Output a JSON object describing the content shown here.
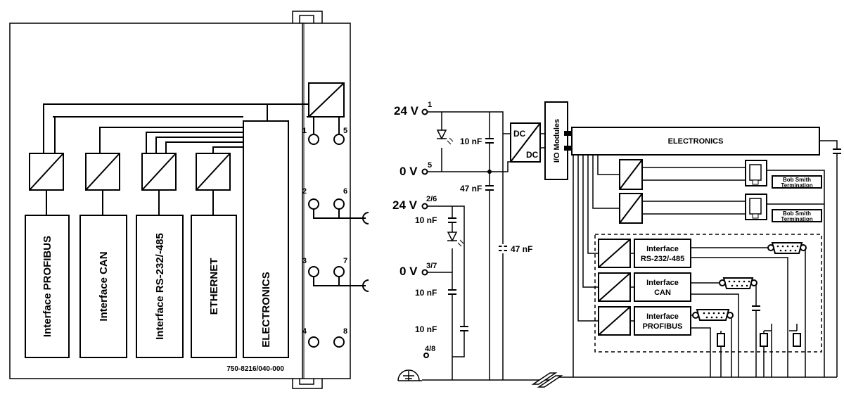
{
  "left_panel": {
    "modules": [
      {
        "label": "Interface PROFIBUS"
      },
      {
        "label": "Interface CAN"
      },
      {
        "label": "Interface RS-232/-485"
      },
      {
        "label": "ETHERNET"
      },
      {
        "label": "ELECTRONICS"
      }
    ],
    "terminals": [
      "1",
      "5",
      "2",
      "6",
      "3",
      "7",
      "4",
      "8"
    ],
    "article_number": "750-8216/040-000"
  },
  "right_panel": {
    "supply": {
      "label_24v_a": "24 V",
      "label_0v_a": "0 V",
      "label_24v_b": "24 V",
      "label_0v_b": "0 V",
      "pin_1": "1",
      "pin_5": "5",
      "pin_2_6": "2/6",
      "pin_3_7": "3/7",
      "pin_4_8": "4/8"
    },
    "capacitors": {
      "c1": "10 nF",
      "c2": "47 nF",
      "c3": "10 nF",
      "c4": "10 nF",
      "c5": "10 nF",
      "c6": "47 nF"
    },
    "dcdc_top": "DC",
    "dcdc_bottom": "DC",
    "io_modules": "I/O Modules",
    "electronics": "ELECTRONICS",
    "termination_1": [
      "Bob Smith",
      "Termination"
    ],
    "termination_2": [
      "Bob Smith",
      "Termination"
    ],
    "interfaces": [
      {
        "line1": "Interface",
        "line2": "RS-232/-485"
      },
      {
        "line1": "Interface",
        "line2": "CAN"
      },
      {
        "line1": "Interface",
        "line2": "PROFIBUS"
      }
    ]
  }
}
